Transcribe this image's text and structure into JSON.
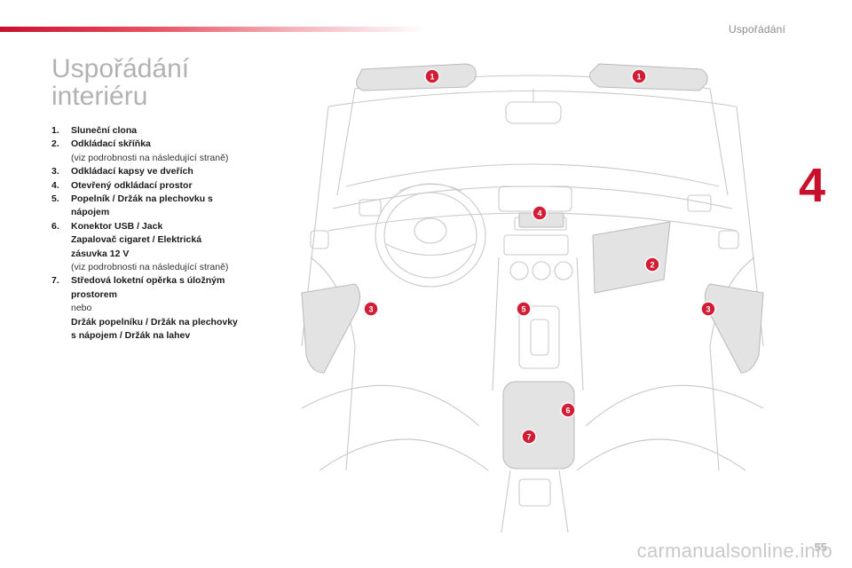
{
  "header": {
    "section": "Uspořádání",
    "chapter": "4"
  },
  "title": {
    "line1": "Uspořádání",
    "line2": "interiéru"
  },
  "items": [
    {
      "num": "1.",
      "lines": [
        {
          "text": "Sluneční clona",
          "bold": true
        }
      ]
    },
    {
      "num": "2.",
      "lines": [
        {
          "text": "Odkládací skříňka",
          "bold": true
        },
        {
          "text": "(viz podrobnosti na následující straně)",
          "bold": false
        }
      ]
    },
    {
      "num": "3.",
      "lines": [
        {
          "text": "Odkládací kapsy ve dveřích",
          "bold": true
        }
      ]
    },
    {
      "num": "4.",
      "lines": [
        {
          "text": "Otevřený odkládací prostor",
          "bold": true
        }
      ]
    },
    {
      "num": "5.",
      "lines": [
        {
          "text": "Popelník / Držák na plechovku s",
          "bold": true
        },
        {
          "text": "nápojem",
          "bold": true
        }
      ]
    },
    {
      "num": "6.",
      "lines": [
        {
          "text": "Konektor USB / Jack",
          "bold": true
        },
        {
          "text": "Zapalovač cigaret / Elektrická",
          "bold": true
        },
        {
          "text": "zásuvka 12 V",
          "bold": true
        },
        {
          "text": "(viz podrobnosti na následující straně)",
          "bold": false
        }
      ]
    },
    {
      "num": "7.",
      "lines": [
        {
          "text": "Středová loketní opěrka s úložným",
          "bold": true
        },
        {
          "text": "prostorem",
          "bold": true
        },
        {
          "text": "nebo",
          "bold": false
        },
        {
          "text": "Držák popelníku / Držák na plechovky",
          "bold": true
        },
        {
          "text": "s nápojem / Držák na lahev",
          "bold": true
        }
      ]
    }
  ],
  "callouts": {
    "n1": "1",
    "n2": "2",
    "n3": "3",
    "n4": "4",
    "n5": "5",
    "n6": "6",
    "n7": "7"
  },
  "footer": {
    "page": "55",
    "watermark": "carmanualsonline.info"
  },
  "colors": {
    "accent": "#c8102e",
    "title": "#b2b2b2",
    "zone": "#e3e3e3"
  }
}
